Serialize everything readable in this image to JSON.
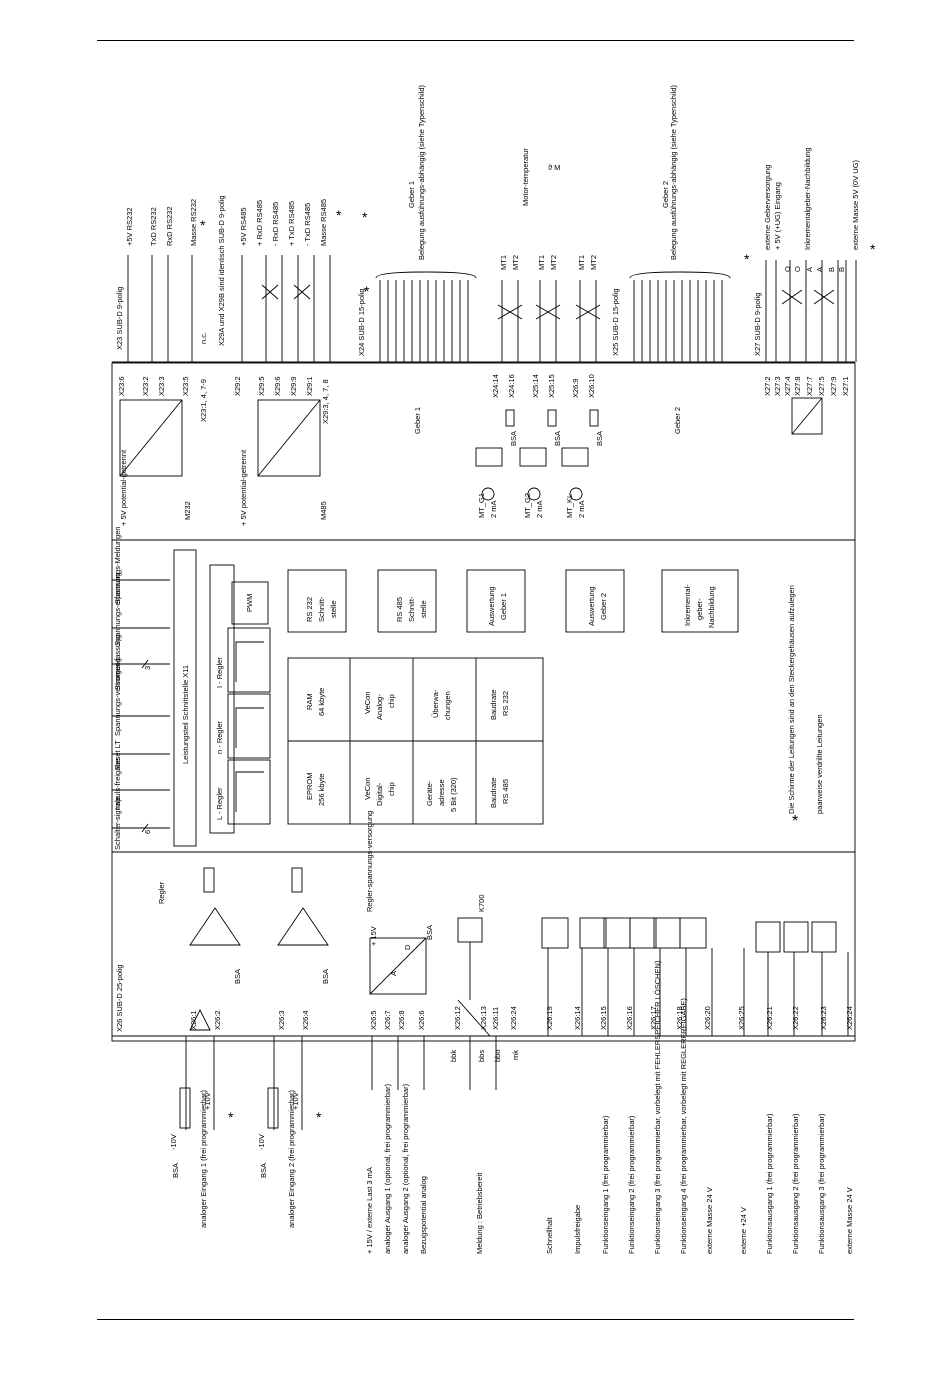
{
  "connectors": {
    "x26": "X26 SUB-D 25-polig",
    "x23": "X23 SUB-D 9-polig",
    "x24": "X24 SUB-D 15-polig",
    "x25": "X25 SUB-D 15-polig",
    "x27": "X27 SUB-D 9-polig"
  },
  "top_labels": [
    "Schalter-signale",
    "Impuls-freigabe",
    "Reset LT",
    "Spannungs-versorgung",
    "Stromer-fassung",
    "Spannungs-erfassung",
    "Spannungs-Meldungen"
  ],
  "top_label_counts": [
    "6",
    "",
    "",
    "",
    "3",
    "",
    ""
  ],
  "power_section": {
    "title": "Leistungsteil Schnittstelle  X11",
    "regulators": [
      "L - Regler",
      "n - Regler",
      "I - Regler"
    ],
    "pwm": "PWM"
  },
  "memory_table": [
    [
      "EPROM",
      "256 kbyte"
    ],
    [
      "RAM",
      "64 kbyte"
    ],
    [
      "VeCon",
      "Digital-",
      "chip"
    ],
    [
      "VeCon",
      "Analog-",
      "chip"
    ],
    [
      "Geräte-",
      "adresse",
      "5 Bit (320)"
    ],
    [
      "Überwa-",
      "chungen"
    ],
    [
      "Baudrate",
      "RS 485"
    ],
    [
      "Baudrate",
      "RS 232"
    ]
  ],
  "interface_boxes": [
    [
      "RS 232",
      "Schnitt-",
      "stelle"
    ],
    [
      "RS 485",
      "Schnitt-",
      "stelle"
    ],
    [
      "Auswertung",
      "Geber 1"
    ],
    [
      "Auswertung",
      "Geber 2"
    ],
    [
      "Inkremental-",
      "geber-",
      "Nachbildung"
    ]
  ],
  "footnotes": {
    "star": "Die Schirme der Leitungen sind an den Steckergehäusen aufzulegen",
    "twisted": "paarweise verdrillte Leitungen"
  },
  "x26_pins": [
    "X26:1",
    "X26:2",
    "X26:3",
    "X26:4",
    "X26:5",
    "X26:7",
    "X26:8",
    "X26:6",
    "X26:12",
    "X26:13",
    "X26:11",
    "X26:24",
    "X26:19",
    "X26:14",
    "X26:15",
    "X26:16",
    "X26:17",
    "X26:18",
    "X26:20",
    "X26:25",
    "X26:21",
    "X26:22",
    "X26:23",
    "X26:24"
  ],
  "x26_signals": [
    "analoger Eingang 1 (frei programmierbar)",
    "analoger Eingang 2 (frei programmierbar)",
    "+ 15V / externe Last 3 mA",
    "analoger Ausgang 1 (optional, frei programmierbar)",
    "analoger Ausgang 2 (optional, frei programmierbar)",
    "Bezugspotential analog",
    "Meldung : Betriebsbereit",
    "Schnellhalt",
    "Impulsfreigabe",
    "Funktionseingang 1 (frei programmierbar)",
    "Funktionseingang 2 (frei programmierbar)",
    "Funktionseingang 3 (frei programmierbar, vorbelegt mit FEHLERSPEICHER LÖSCHEN)",
    "Funktionseingang 4 (frei programmierbar, vorbelegt mit REGLERFREIGABE)",
    "externe Masse 24 V",
    "externe +24 V",
    "Funktionsausgang 1 (frei programmierbar)",
    "Funktionsausgang 2 (frei programmierbar)",
    "Funktionsausgang 3 (frei programmierbar)",
    "externe Masse 24 V"
  ],
  "x26_misc": {
    "regler": "Regler",
    "regler_supply": "Regler-spannungs-versorgung",
    "plus15": "+ 15V",
    "bsa": "BSA",
    "k700": "K700",
    "v10p": "+10V",
    "v10m": "-10V",
    "contacts": [
      "bbk",
      "bbs",
      "bbo",
      "mk"
    ],
    "dac_a": "A",
    "dac_d": "D"
  },
  "x23": {
    "pins": [
      "X23:6",
      "X23:2",
      "X23:3",
      "X23:5",
      "X23:1, 4, 7-9"
    ],
    "signals": [
      "+5V  RS232",
      "TxD RS232",
      "RxD RS232",
      "Masse RS232"
    ],
    "supply": "+ 5V potential-getrennt",
    "ground": "M232",
    "nc": "n.c.",
    "note": "X29A und X29B sind identisch SUB-D 9-polig"
  },
  "x29": {
    "pins": [
      "X29:2",
      "X29:5",
      "X29:6",
      "X29:9",
      "X29:1",
      "X29:3, 4, 7, 8"
    ],
    "signals": [
      "+5V  RS485",
      "+ RxD RS485",
      "- RxD RS485",
      "+ TxD RS485",
      "- TxD RS485",
      "Masse RS485"
    ],
    "supply": "+ 5V potential-getrennt",
    "ground": "M485"
  },
  "x24": {
    "pins": [
      "X24:14",
      "X24:16"
    ],
    "mt": [
      "MT1",
      "MT2"
    ],
    "encoder": "Geber 1",
    "assignment": "Belegung ausführungs-abhängig (siehe Typenschild)",
    "enc_name": "Geber 1",
    "mt_signal": "MT_G1",
    "current": "2 mA",
    "bsa": "BSA"
  },
  "x25": {
    "pins": [
      "X25:14",
      "X25:15"
    ],
    "mt": [
      "MT1",
      "MT2"
    ],
    "mt_signal": "MT_G2",
    "current": "2 mA",
    "bsa": "BSA",
    "motor": "Motor-temperatur",
    "theta": "ϑ M"
  },
  "kl": {
    "pins": [
      "X26:9",
      "X26:10"
    ],
    "mt": [
      "MT1",
      "MT2"
    ],
    "mt_signal": "MT_KL",
    "current": "2 mA",
    "bsa": "BSA"
  },
  "x25_encoder": {
    "name": "Geber 2",
    "assignment": "Belegung ausführungs-abhängig (siehe Typenschild)",
    "enc_name": "Geber 2"
  },
  "x27": {
    "pins": [
      "X27:2",
      "X27:3",
      "X27:4",
      "X27:8",
      "X27:7",
      "X27:5",
      "X27:9",
      "X27:1"
    ],
    "signals": [
      "externe Geberversorgung",
      "+ 5V (+UG) Eingang",
      "Inkrementalgeber-Nachbildung",
      "externe Masse 5V (0V UG)"
    ],
    "channels": [
      "O",
      "O",
      "A",
      "A",
      "B",
      "B"
    ]
  },
  "star_symbol": "*"
}
